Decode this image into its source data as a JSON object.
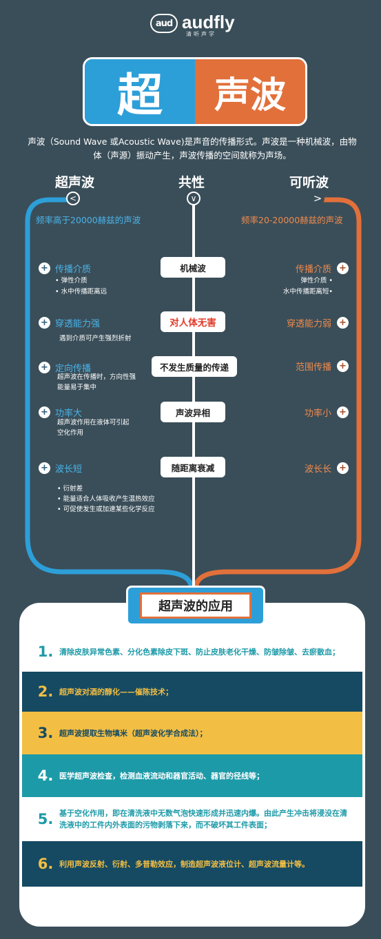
{
  "brand": {
    "mark": "aud",
    "name": "audfly",
    "sub": "清听声学"
  },
  "title": {
    "left": "超",
    "right": "声波"
  },
  "intro": "声波（Sound Wave 或Acoustic Wave)是声音的传播形式。声波是一种机械波，由物体（声源）振动产生，声波传播的空间就称为声场。",
  "columns": {
    "left": {
      "head": "超声波",
      "arrow": "<",
      "freq": "频率高于20000赫兹的声波"
    },
    "center": {
      "head": "共性",
      "arrow": "∨"
    },
    "right": {
      "head": "可听波",
      "arrow": ">",
      "freq": "频率20-20000赫兹的声波"
    }
  },
  "common": [
    "机械波",
    "对人体无害",
    "不发生质量的传递",
    "声波异相",
    "随距离衰减"
  ],
  "left_items": [
    {
      "label": "传播介质",
      "notes": [
        "• 弹性介质",
        "• 水中传播距离远"
      ]
    },
    {
      "label": "穿透能力强",
      "notes": [
        "遇到介质可产生强烈折射"
      ]
    },
    {
      "label": "定向传播",
      "notes": [
        "超声波在传播时，方向性强",
        "能量易于集中"
      ]
    },
    {
      "label": "功率大",
      "notes": [
        "超声波作用在液体可引起",
        "空化作用"
      ]
    },
    {
      "label": "波长短",
      "notes": [
        "• 衍射差",
        "• 能量适合人体吸收产生温热效应",
        "• 可促使发生或加速某些化学反应"
      ]
    }
  ],
  "right_items": [
    {
      "label": "传播介质",
      "notes": [
        "弹性介质 •",
        "水中传播距离短•"
      ]
    },
    {
      "label": "穿透能力弱",
      "notes": []
    },
    {
      "label": "范围传播",
      "notes": []
    },
    {
      "label": "功率小",
      "notes": []
    },
    {
      "label": "波长长",
      "notes": []
    }
  ],
  "apps_title": "超声波的应用",
  "apps": [
    {
      "num": "1.",
      "text": "清除皮肤异常色素、分化色素除皮下斑、防止皮肤老化干燥、防皱除皱、去瘀散血；"
    },
    {
      "num": "2.",
      "text": "超声波对酒的醇化——催陈技术；"
    },
    {
      "num": "3.",
      "text": "超声波提取生物填米（超声波化学合成法）；"
    },
    {
      "num": "4.",
      "text": "医学超声波检查，检测血液流动和器官活动、器官的径线等；"
    },
    {
      "num": "5.",
      "text": "基于空化作用，即在清洗液中无数气泡快速形成并迅速内爆。由此产生冲击将浸没在清洗液中的工件内外表面的污物剥落下来，而不破坏其工件表面；"
    },
    {
      "num": "6.",
      "text": "利用声波反射、衍射、多普勒效应，制造超声波液位计、超声波流量计等。"
    }
  ],
  "colors": {
    "bg": "#3a4e59",
    "blue": "#2d9fd8",
    "orange": "#e2703a",
    "teal": "#1d9aa8",
    "navy": "#154a62",
    "yellow": "#f3be44"
  }
}
